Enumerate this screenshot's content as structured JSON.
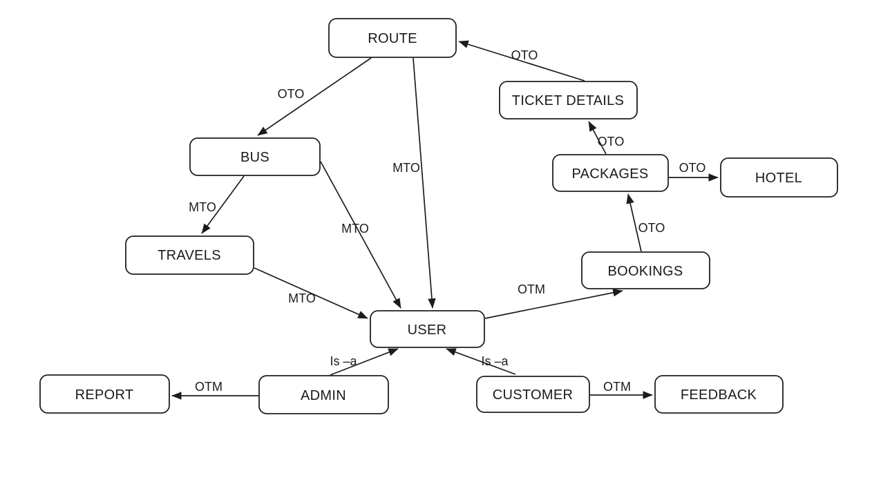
{
  "diagram": {
    "type": "entity-relationship-diagram",
    "colors": {
      "background": "#ffffff",
      "node_fill": "#ffffff",
      "stroke": "#1c1c1c",
      "text": "#1a1a1a"
    },
    "nodes": {
      "route": {
        "label": "ROUTE"
      },
      "ticket_details": {
        "label": "TICKET DETAILS"
      },
      "bus": {
        "label": "BUS"
      },
      "packages": {
        "label": "PACKAGES"
      },
      "hotel": {
        "label": "HOTEL"
      },
      "travels": {
        "label": "TRAVELS"
      },
      "bookings": {
        "label": "BOOKINGS"
      },
      "user": {
        "label": "USER"
      },
      "report": {
        "label": "REPORT"
      },
      "admin": {
        "label": "ADMIN"
      },
      "customer": {
        "label": "CUSTOMER"
      },
      "feedback": {
        "label": "FEEDBACK"
      }
    },
    "edges": {
      "td_route": {
        "from": "ticket_details",
        "to": "route",
        "label": "OTO"
      },
      "route_bus": {
        "from": "route",
        "to": "bus",
        "label": "OTO"
      },
      "route_user": {
        "from": "route",
        "to": "user",
        "label": "MTO"
      },
      "packages_td": {
        "from": "packages",
        "to": "ticket_details",
        "label": "OTO"
      },
      "packages_hotel": {
        "from": "packages",
        "to": "hotel",
        "label": "OTO"
      },
      "bookings_packages": {
        "from": "bookings",
        "to": "packages",
        "label": "OTO"
      },
      "user_bookings": {
        "from": "user",
        "to": "bookings",
        "label": "OTM"
      },
      "bus_travels": {
        "from": "bus",
        "to": "travels",
        "label": "MTO"
      },
      "bus_user": {
        "from": "bus",
        "to": "user",
        "label": "MTO"
      },
      "travels_user": {
        "from": "travels",
        "to": "user",
        "label": "MTO"
      },
      "admin_report": {
        "from": "admin",
        "to": "report",
        "label": "OTM"
      },
      "admin_user": {
        "from": "admin",
        "to": "user",
        "label": "Is –a"
      },
      "customer_user": {
        "from": "customer",
        "to": "user",
        "label": "Is –a"
      },
      "customer_feedback": {
        "from": "customer",
        "to": "feedback",
        "label": "OTM"
      }
    }
  }
}
